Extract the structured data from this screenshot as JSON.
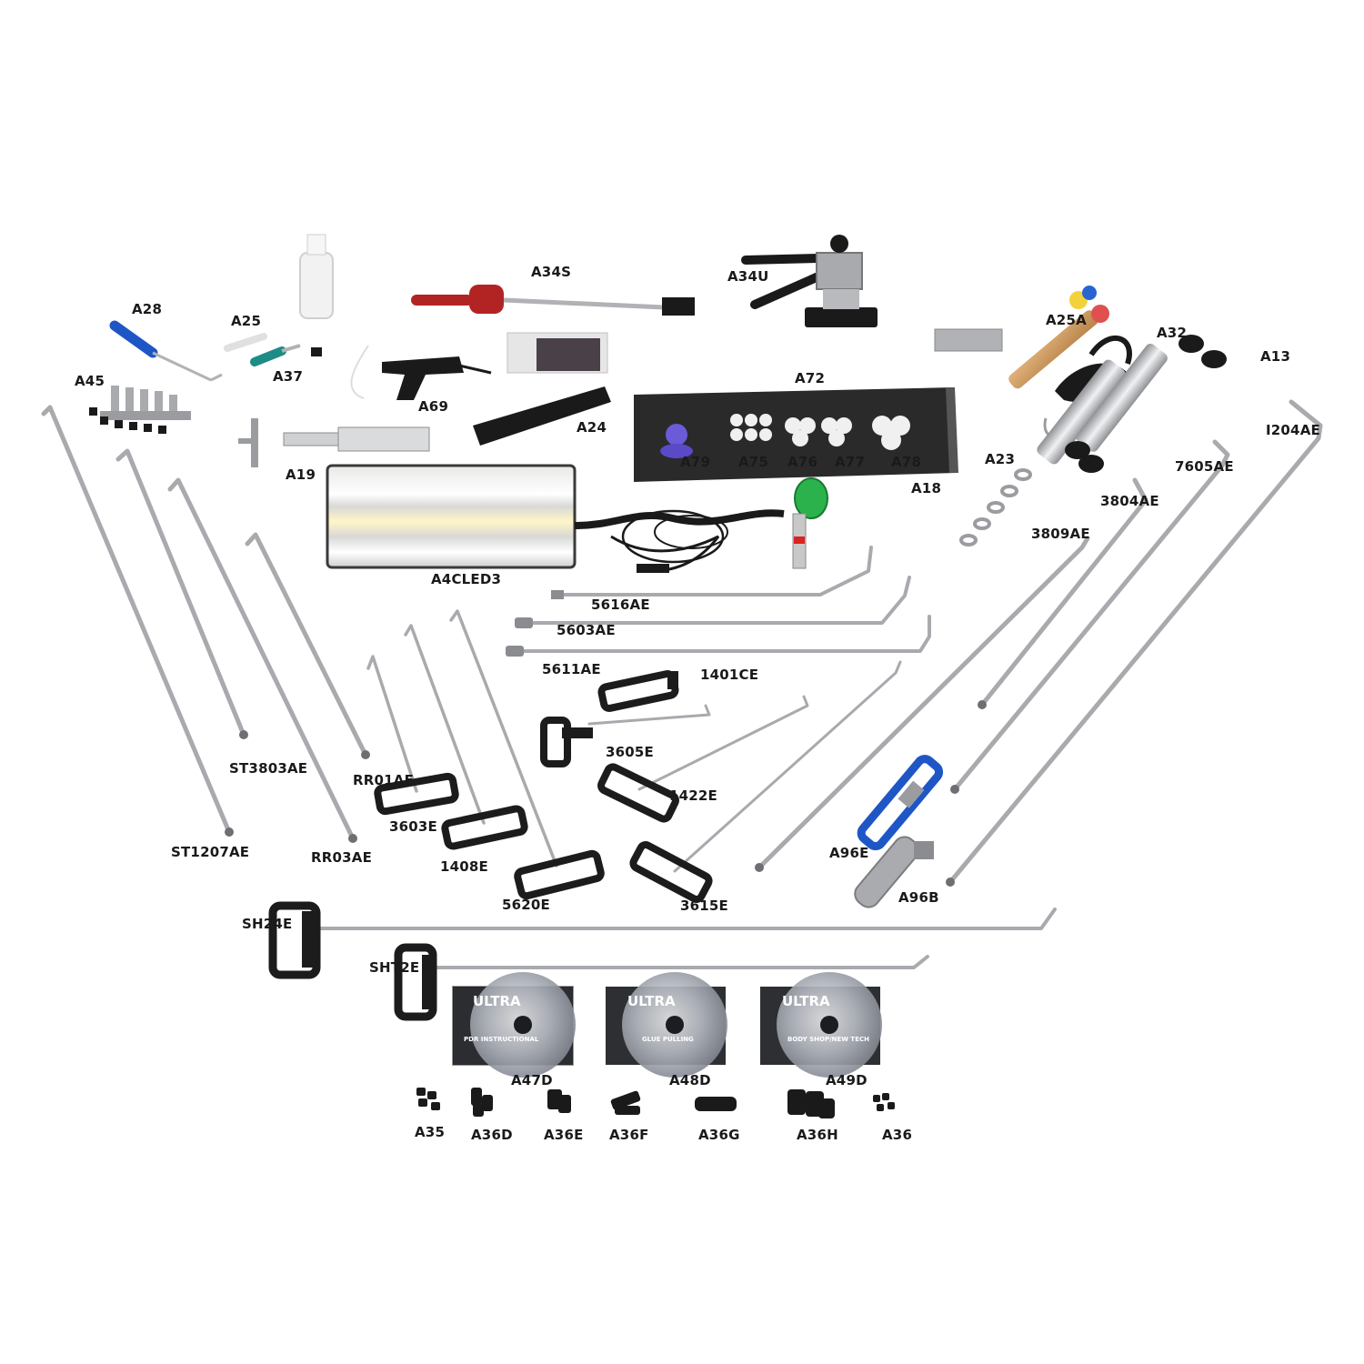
{
  "labels": {
    "A34S": "A34S",
    "A34U": "A34U",
    "A28": "A28",
    "A25": "A25",
    "A37": "A37",
    "A45": "A45",
    "A69": "A69",
    "A24": "A24",
    "A19": "A19",
    "A72": "A72",
    "A79": "A79",
    "A75": "A75",
    "A76": "A76",
    "A77": "A77",
    "A78": "A78",
    "A18": "A18",
    "A25A": "A25A",
    "A32": "A32",
    "A13": "A13",
    "A23": "A23",
    "I204AE": "I204AE",
    "7605AE": "7605AE",
    "3804AE": "3804AE",
    "3809AE": "3809AE",
    "A4CLED3": "A4CLED3",
    "5616AE": "5616AE",
    "5603AE": "5603AE",
    "5611AE": "5611AE",
    "1401CE": "1401CE",
    "3605E": "3605E",
    "1422E": "1422E",
    "ST3803AE": "ST3803AE",
    "RR01AE": "RR01AE",
    "ST1207AE": "ST1207AE",
    "RR03AE": "RR03AE",
    "3603E": "3603E",
    "1408E": "1408E",
    "5620E": "5620E",
    "3615E": "3615E",
    "A96E": "A96E",
    "A96B": "A96B",
    "SH24E": "SH24E",
    "SHT2E": "SHT2E",
    "A47D": "A47D",
    "A48D": "A48D",
    "A49D": "A49D",
    "A35": "A35",
    "A36D": "A36D",
    "A36E": "A36E",
    "A36F": "A36F",
    "A36G": "A36G",
    "A36H": "A36H",
    "A36": "A36"
  },
  "dvds": {
    "brand": "ULTRA",
    "disc1": "PDR INSTRUCTIONAL",
    "disc1_code": "A47D",
    "disc2": "GLUE PULLING",
    "disc2_code": "A48D",
    "disc3": "BODY SHOP/NEW TECH",
    "disc3_code": "A49D"
  },
  "colors": {
    "background": "#ffffff",
    "rod": "#a8aaae",
    "handle": "#1c1c1c",
    "red_handle": "#b22424",
    "blue_handle": "#1f56c6",
    "green_hub": "#2bb24c",
    "panel": "#2a2a2a"
  }
}
